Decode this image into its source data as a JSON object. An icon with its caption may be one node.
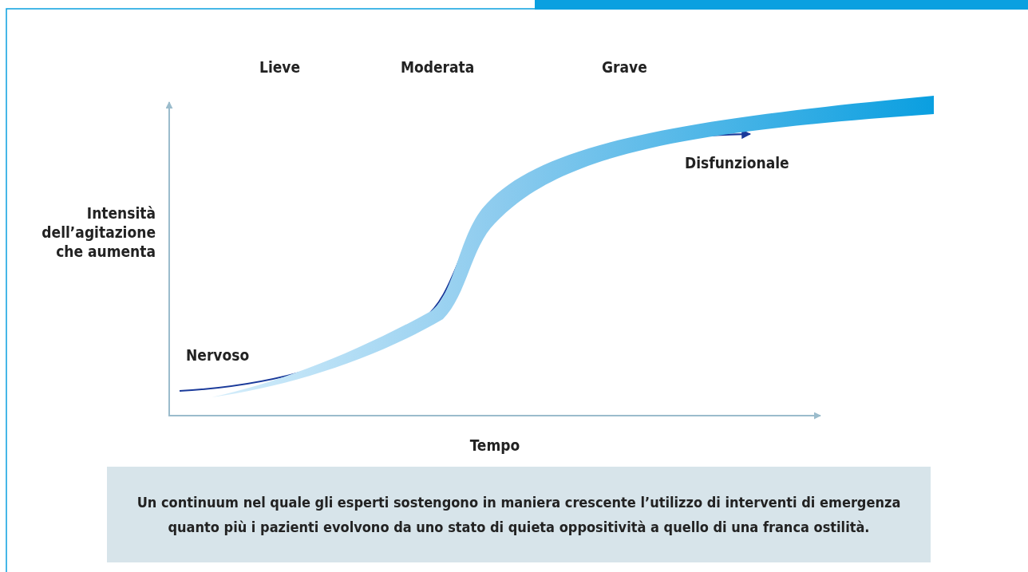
{
  "diagram": {
    "caption": "Un continuum nel quale gli esperti sostengono in maniera crescente l’utilizzo di interventi di emergenza quanto più i pazienti evolvono da uno stato di quieta oppositività a quello di una franca ostilità.",
    "labels": [
      "Lieve",
      "Moderata",
      "Grave",
      "Intensità dell’agitazione che aumenta",
      "Nervoso",
      "Disfunzionale",
      "Tempo"
    ]
  }
}
